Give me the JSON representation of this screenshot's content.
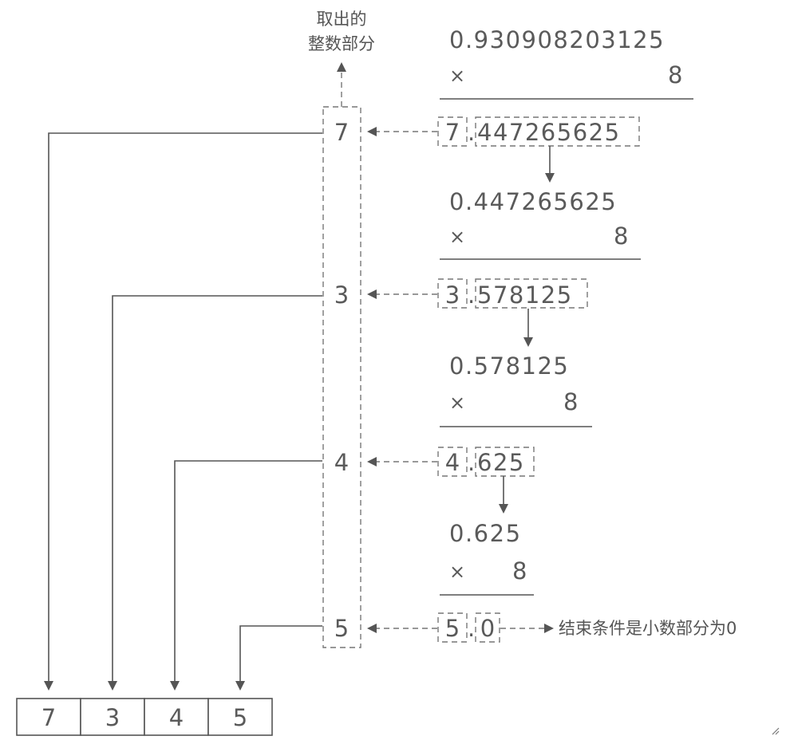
{
  "header_label": [
    "取出的",
    "整数部分"
  ],
  "steps": [
    {
      "multiplicand": "0.930908203125",
      "multiplier": "8",
      "times_sign": "×",
      "integer_part": "7",
      "fraction_part": "447265625",
      "extracted_digit": "7"
    },
    {
      "multiplicand": "0.447265625",
      "multiplier": "8",
      "times_sign": "×",
      "integer_part": "3",
      "fraction_part": "578125",
      "extracted_digit": "3"
    },
    {
      "multiplicand": "0.578125",
      "multiplier": "8",
      "times_sign": "×",
      "integer_part": "4",
      "fraction_part": "625",
      "extracted_digit": "4"
    },
    {
      "multiplicand": "0.625",
      "multiplier": "8",
      "times_sign": "×",
      "integer_part": "5",
      "fraction_part": "0",
      "extracted_digit": "5"
    }
  ],
  "decimal_point": ".",
  "end_condition_label": "结束条件是小数部分为0",
  "result_digits": [
    "7",
    "3",
    "4",
    "5"
  ]
}
